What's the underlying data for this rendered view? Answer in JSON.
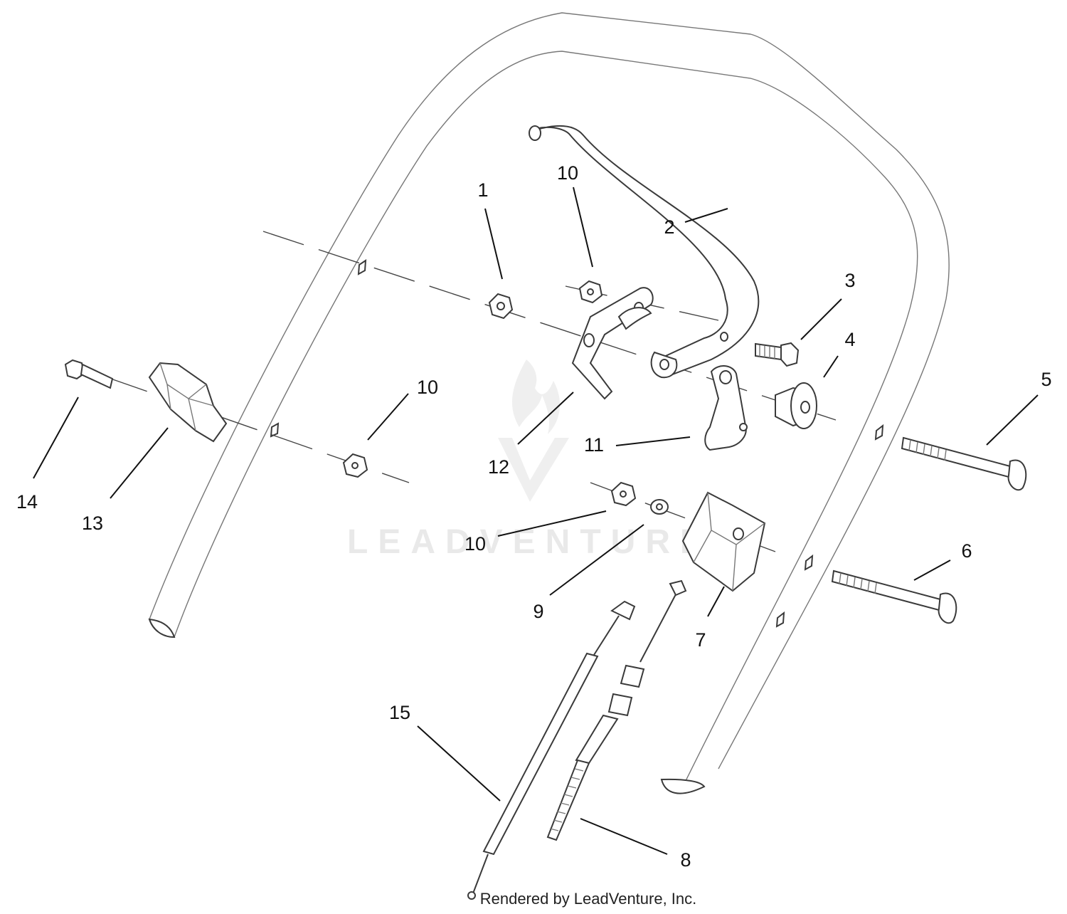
{
  "watermark": {
    "text": "LEADVENTURE",
    "color": "#e9e9e9"
  },
  "callouts": [
    {
      "id": "1",
      "label": "1"
    },
    {
      "id": "2",
      "label": "2"
    },
    {
      "id": "3",
      "label": "3"
    },
    {
      "id": "4",
      "label": "4"
    },
    {
      "id": "5",
      "label": "5"
    },
    {
      "id": "6",
      "label": "6"
    },
    {
      "id": "7",
      "label": "7"
    },
    {
      "id": "8",
      "label": "8"
    },
    {
      "id": "9",
      "label": "9"
    },
    {
      "id": "10a",
      "label": "10"
    },
    {
      "id": "10b",
      "label": "10"
    },
    {
      "id": "10c",
      "label": "10"
    },
    {
      "id": "11",
      "label": "11"
    },
    {
      "id": "12",
      "label": "12"
    },
    {
      "id": "13",
      "label": "13"
    },
    {
      "id": "14",
      "label": "14"
    },
    {
      "id": "15",
      "label": "15"
    }
  ],
  "credit": "Rendered by LeadVenture, Inc.",
  "colors": {
    "line": "#3a3a3a",
    "background": "#ffffff"
  }
}
